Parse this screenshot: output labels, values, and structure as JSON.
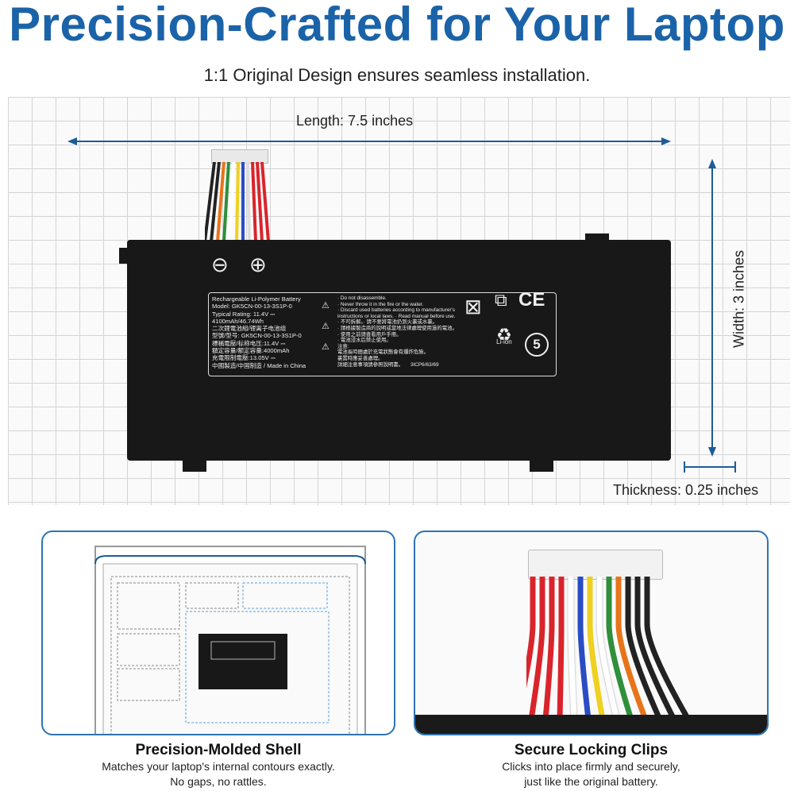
{
  "title": "Precision-Crafted for Your Laptop",
  "subtitle": "1:1 Original Design ensures seamless installation.",
  "dimensions": {
    "length": "Length: 7.5 inches",
    "width": "Width: 3 inches",
    "thickness": "Thickness: 0.25 inches"
  },
  "battery_label": {
    "terminals": [
      "⊖",
      "⊕"
    ],
    "left": [
      "Rechargeable Li-Polymer Battery",
      "Model: GK5CN-00-13-3S1P-0",
      "Typical Rating: 11.4V ⎓",
      "4100mAh/46.74Wh",
      "二次鋰電池組/锂离子电池组",
      "型號/型号: GK5CN-00-13-3S1P-0",
      "標稱電壓/标称电压:11.4V ⎓",
      "額定容量/额定容量:4000mAh",
      "充電限制電壓:13.05V ⎓",
      "中國製造/中国制造 / Made in China"
    ],
    "warnings": [
      "· Do not disassemble.",
      "· Never throw it in the fire or the water.",
      "· Discard used batteries according to manufacturer's",
      "instructions or local laws. · Read manual before use.",
      "· 不可拆解。· 請不要將電池扔到火裏或水裏。",
      "· 請根據製造商的說明或當地法律處理使用過的電池。",
      "· 使用之前請查看用戶手冊。",
      "· 電池浸水后禁止使用。",
      "注意:",
      "電池長時間處於充電狀態會有爆炸危險。",
      "裏置時應妥善處理。",
      "詳細注意事項請參照說明書。"
    ],
    "cell_code": "3ICP6/63/69",
    "marks": [
      "CE",
      "Li-ion",
      "5"
    ]
  },
  "panels": [
    {
      "title": "Precision-Molded Shell",
      "lines": [
        "Matches your laptop's internal contours exactly.",
        "No gaps, no rattles."
      ]
    },
    {
      "title": "Secure Locking Clips",
      "lines": [
        "Clicks into place firmly and securely,",
        "just like the original battery."
      ]
    }
  ],
  "colors": {
    "brand": "#1b63a8",
    "arrow": "#1d5b98",
    "wires": [
      "#d9242b",
      "#d9242b",
      "#d9242b",
      "#d9242b",
      "#ffffff",
      "#2a4cc4",
      "#f0d020",
      "#ffffff",
      "#2f8f3a",
      "#e8741a",
      "#222222",
      "#222222",
      "#222222"
    ]
  }
}
